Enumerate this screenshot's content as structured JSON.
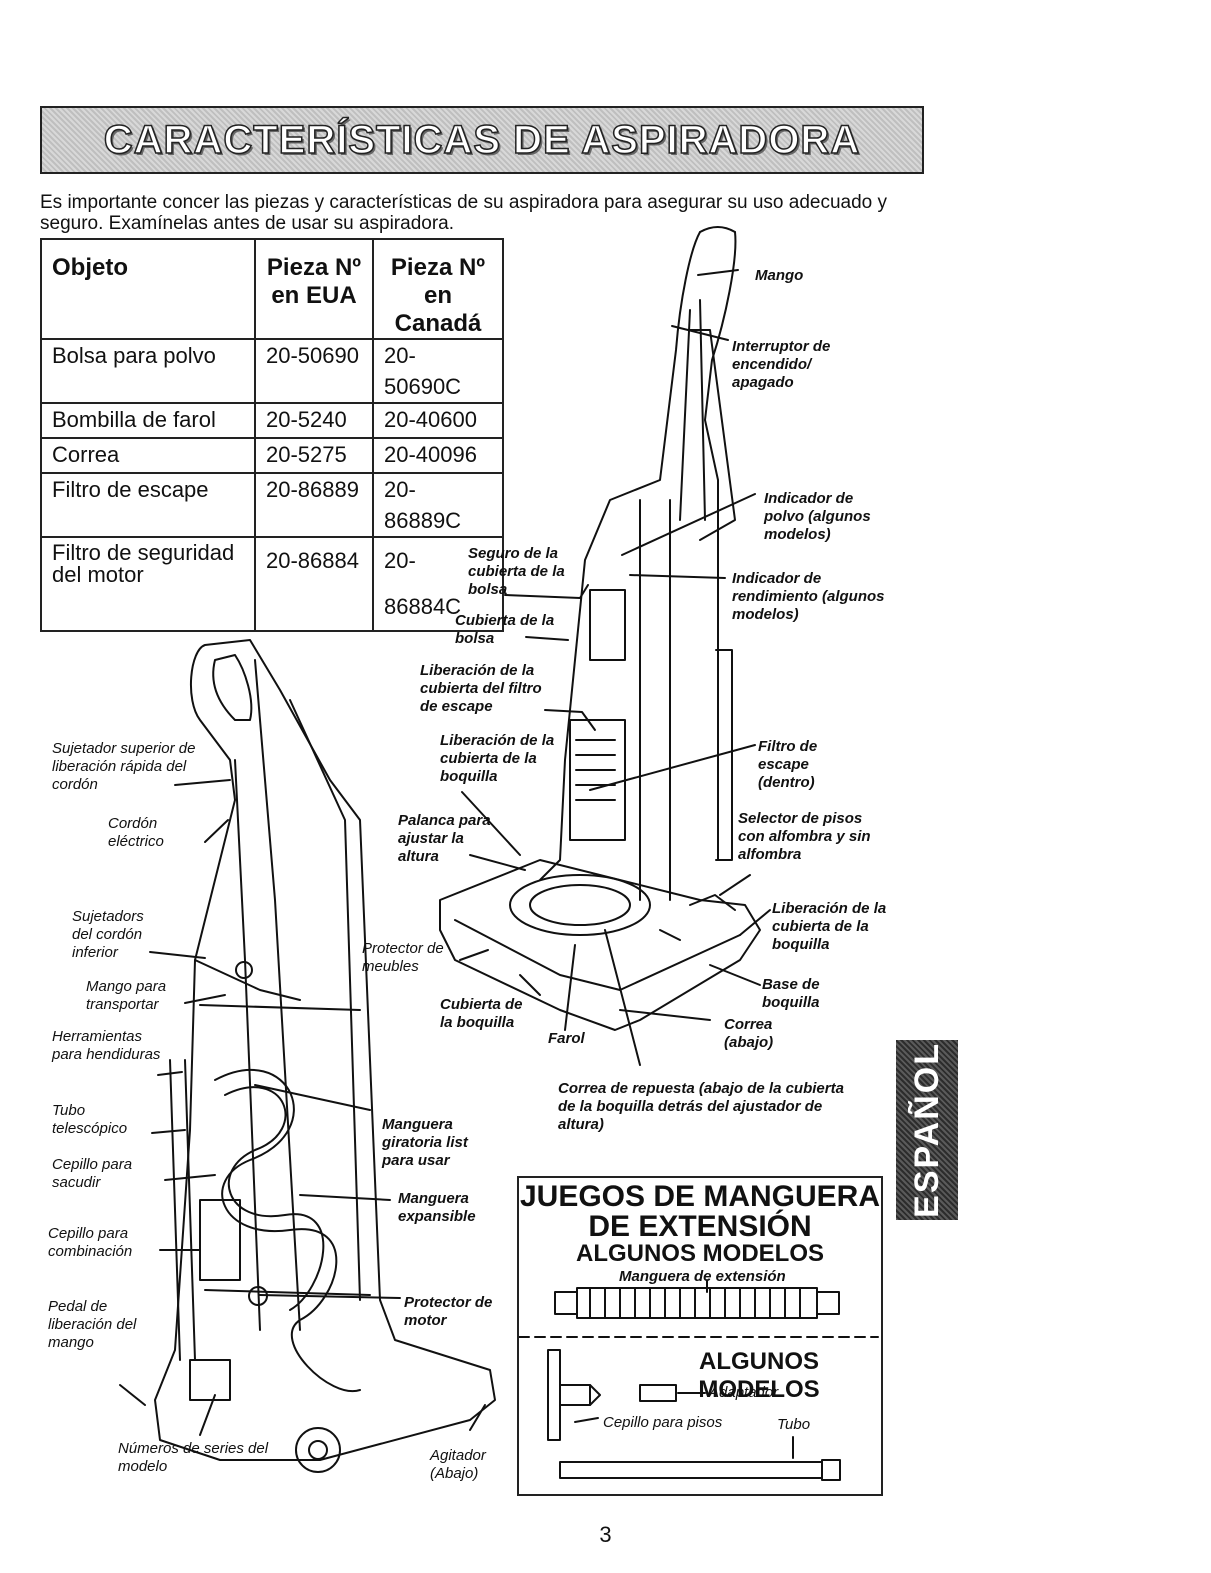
{
  "title": "CARACTERÍSTICAS DE ASPIRADORA",
  "intro": "Es importante concer las piezas y características de su aspiradora para asegurar su uso adecuado y seguro.  Examínelas antes de usar su aspiradora.",
  "table": {
    "headers": [
      "Objeto",
      "Pieza Nº en EUA",
      "Pieza Nº en Canadá"
    ],
    "rows": [
      [
        "Bolsa para polvo",
        "20-50690",
        "20-50690C"
      ],
      [
        "Bombilla de farol",
        "20-5240",
        "20-40600"
      ],
      [
        "Correa",
        "20-5275",
        "20-40096"
      ],
      [
        "Filtro de escape",
        "20-86889",
        "20-86889C"
      ],
      [
        "Filtro de seguridad del motor",
        "20-86884",
        "20-86884C"
      ]
    ]
  },
  "labels": {
    "mango": "Mango",
    "interruptor": "Interruptor de encendido/ apagado",
    "indicador_polvo": "Indicador de polvo (algunos modelos)",
    "indicador_rendimiento": "Indicador de rendimiento (algunos modelos)",
    "seguro_cubierta": "Seguro de la cubierta de la bolsa",
    "cubierta_bolsa": "Cubierta de la bolsa",
    "liberacion_filtro": "Liberación de la cubierta del filtro de escape",
    "liberacion_boquilla_izq": "Liberación de la cubierta de la boquilla",
    "filtro_escape": "Filtro de escape (dentro)",
    "palanca": "Palanca para ajustar la altura",
    "selector": "Selector de pisos con alfombra y sin alfombra",
    "liberacion_boquilla_der": "Liberación de la cubierta de la boquilla",
    "protector_muebles": "Protector de meubles",
    "base_boquilla": "Base de boquilla",
    "cubierta_boquilla": "Cubierta de la boquilla",
    "farol": "Farol",
    "correa": "Correa (abajo)",
    "correa_repuesta": "Correa de repuesta (abajo de la cubierta de la boquilla detrás del ajustador de altura)",
    "sujetador_superior": "Sujetador superior de liberación rápida del cordón",
    "cordon": "Cordón eléctrico",
    "sujetadors": "Sujetadors del cordón inferior",
    "mango_transportar": "Mango para transportar",
    "herramientas": "Herramientas para hendiduras",
    "tubo_telescopico": "Tubo telescópico",
    "cepillo_sacudir": "Cepillo para sacudir",
    "cepillo_combinacion": "Cepillo para combinación",
    "pedal": "Pedal de liberación del mango",
    "numeros": "Números de series del modelo",
    "manguera_giratoria": "Manguera giratoria list para usar",
    "manguera_expansible": "Manguera expansible",
    "protector_motor": "Protector de motor",
    "agitador": "Agitador (Abajo)"
  },
  "hose_box": {
    "title_line1": "JUEGOS DE MANGUERA",
    "title_line2": "DE EXTENSIÓN",
    "subtitle": "ALGUNOS MODELOS",
    "hose_caption": "Manguera de extensión",
    "subtitle2": "ALGUNOS MODELOS",
    "adaptador": "Adaptador",
    "cepillo_pisos": "Cepillo para pisos",
    "tubo": "Tubo"
  },
  "side_tab": "ESPAÑOL",
  "page_number": "3"
}
